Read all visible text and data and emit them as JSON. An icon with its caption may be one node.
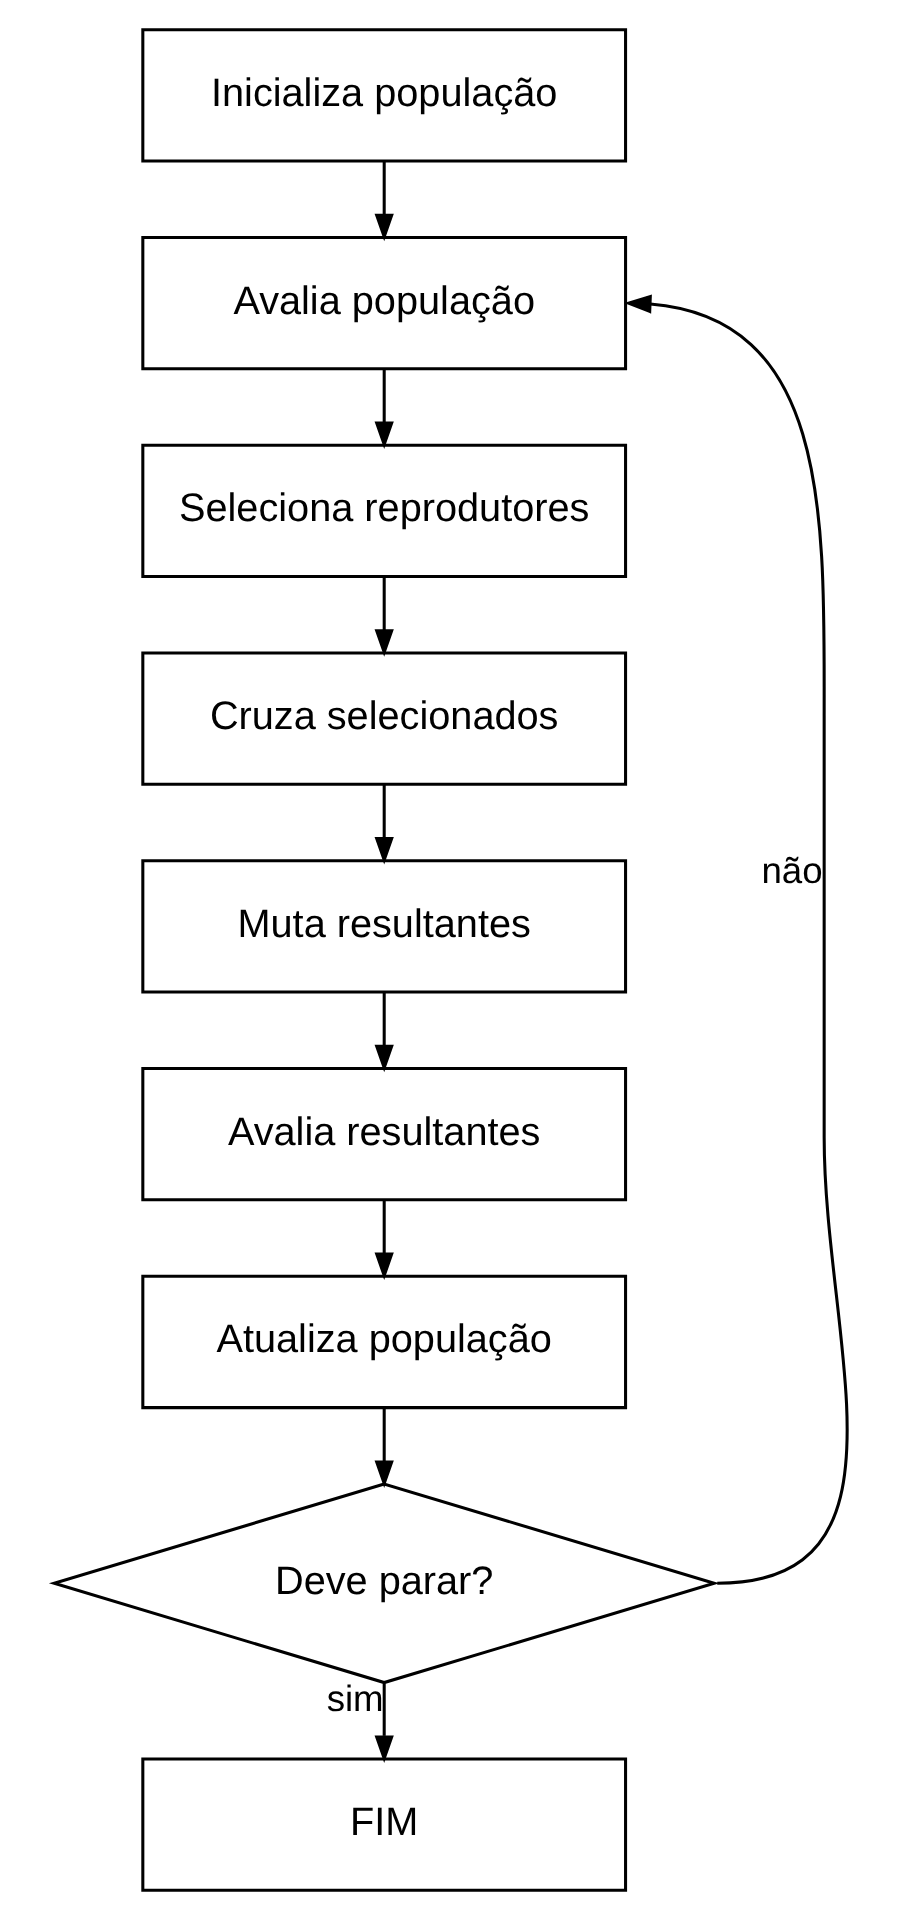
{
  "diagram": {
    "nodes": [
      {
        "text": [
          "Inicializa população"
        ]
      },
      {
        "text": [
          "Avalia população"
        ]
      },
      {
        "text": [
          "Seleciona reprodutores"
        ]
      },
      {
        "text": [
          "Cruza selecionados"
        ]
      },
      {
        "text": [
          "Muta resultantes"
        ]
      },
      {
        "text": [
          "Avalia resultantes"
        ]
      },
      {
        "text": [
          "Atualiza população"
        ]
      },
      {
        "text": [
          "Deve parar?"
        ]
      },
      {
        "text": [
          "FIM"
        ]
      }
    ],
    "edges": [
      {
        "from": 0,
        "to": 1,
        "arrow": "to"
      },
      {
        "from": 1,
        "to": 2,
        "arrow": "to"
      },
      {
        "from": 2,
        "to": 3,
        "arrow": "to"
      },
      {
        "from": 3,
        "to": 4,
        "arrow": "to"
      },
      {
        "from": 4,
        "to": 5,
        "arrow": "to"
      },
      {
        "from": 5,
        "to": 6,
        "arrow": "to"
      },
      {
        "from": 6,
        "to": 7,
        "arrow": "to"
      },
      {
        "from": 7,
        "to": 1,
        "arrow": "to",
        "label": "não"
      },
      {
        "from": 7,
        "to": 8,
        "arrow": "to",
        "label": "sim"
      }
    ]
  }
}
